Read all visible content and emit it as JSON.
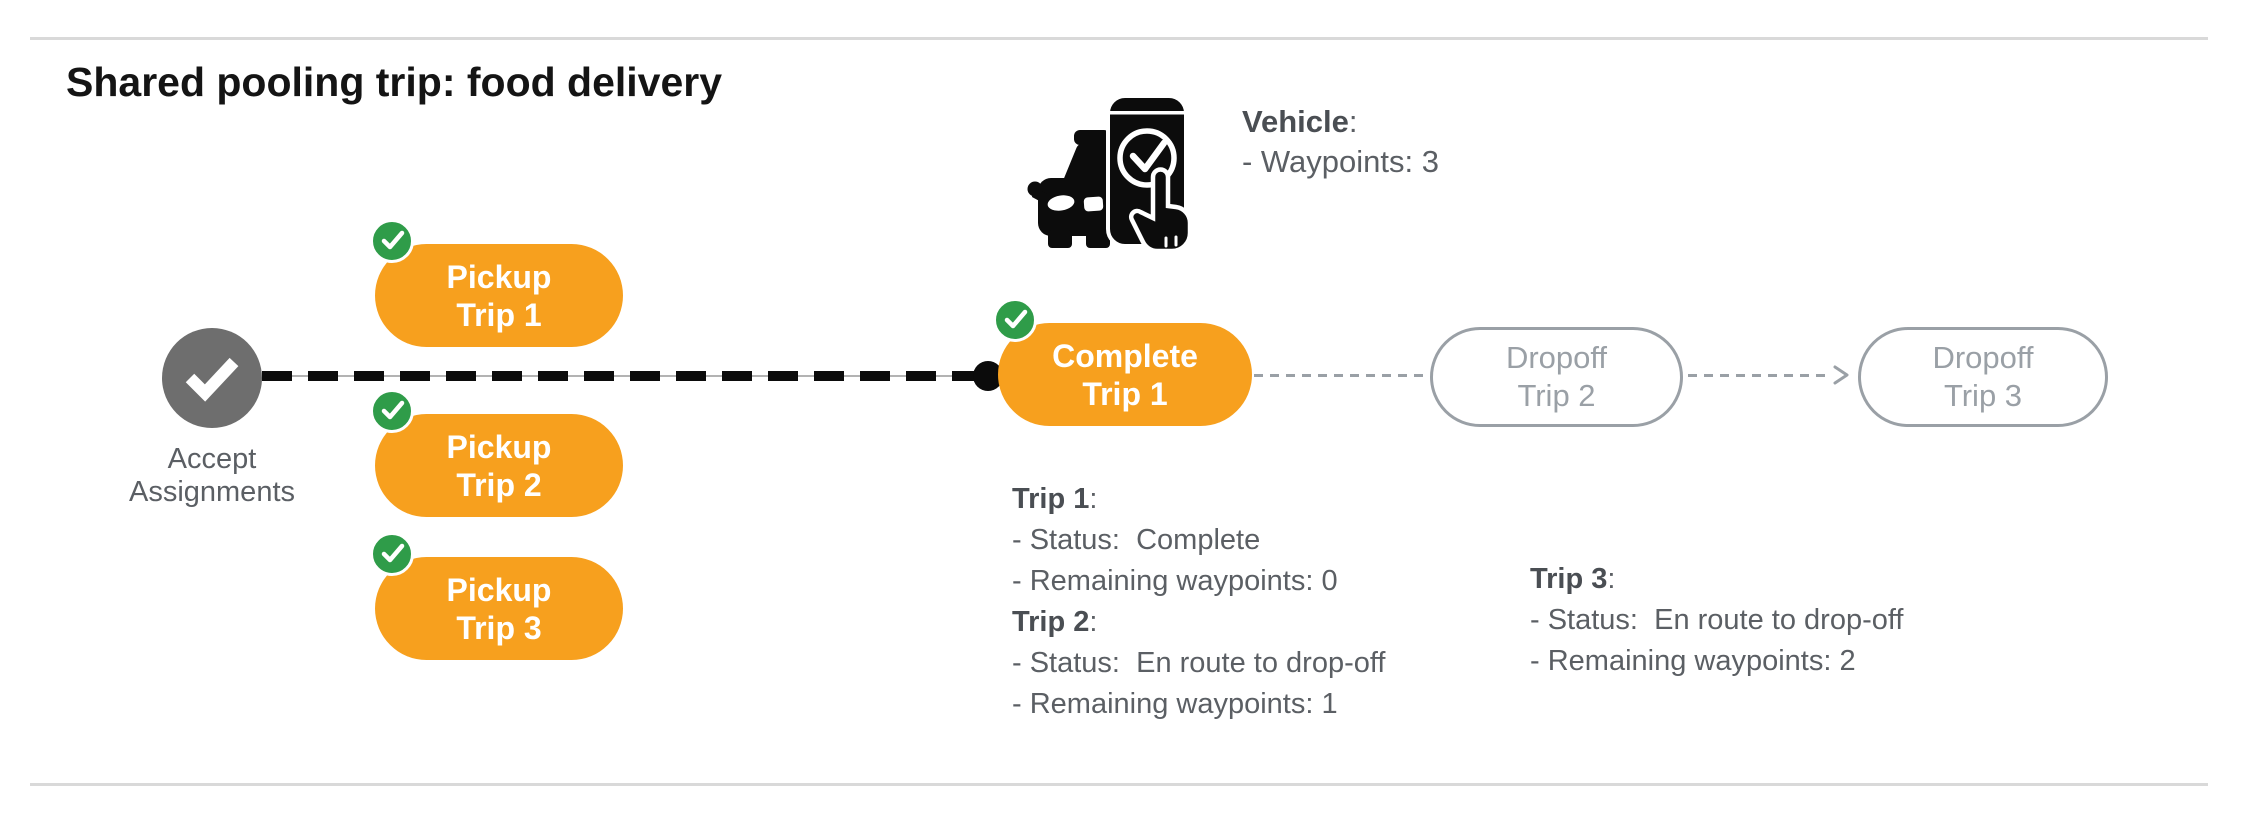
{
  "page": {
    "title": "Shared pooling trip: food delivery"
  },
  "colors": {
    "orange": "#F7A01E",
    "green": "#2F9C49",
    "nodeGray": "#6E6E6E",
    "mutedGray": "#9AA0A6",
    "textGray": "#5B5F64",
    "headingGray": "#4A4E53",
    "titleBlack": "#141414",
    "lineBlack": "#0B0B0B",
    "thinLine": "#B3B3B3",
    "divider": "#D9D9D9",
    "iconBlack": "#0C0C0C"
  },
  "vehicle": {
    "label": "Vehicle",
    "colon": ":",
    "waypoints_line": "- Waypoints: 3"
  },
  "flow": {
    "accept": {
      "line1": "Accept",
      "line2": "Assignments"
    },
    "pickups": [
      {
        "line1": "Pickup",
        "line2": "Trip 1"
      },
      {
        "line1": "Pickup",
        "line2": "Trip 2"
      },
      {
        "line1": "Pickup",
        "line2": "Trip 3"
      }
    ],
    "complete": {
      "line1": "Complete",
      "line2": "Trip 1"
    },
    "dropoffs": [
      {
        "line1": "Dropoff",
        "line2": "Trip 2"
      },
      {
        "line1": "Dropoff",
        "line2": "Trip 3"
      }
    ]
  },
  "status": {
    "colon": ":",
    "block1": {
      "trip1_heading": "Trip 1",
      "trip1_lines": [
        "- Status:  Complete",
        "- Remaining waypoints: 0"
      ],
      "trip2_heading": "Trip 2",
      "trip2_lines": [
        "- Status:  En route to drop-off",
        "- Remaining waypoints: 1"
      ]
    },
    "block2": {
      "trip3_heading": "Trip 3",
      "trip3_lines": [
        "- Status:  En route to drop-off",
        "- Remaining waypoints: 2"
      ]
    }
  }
}
